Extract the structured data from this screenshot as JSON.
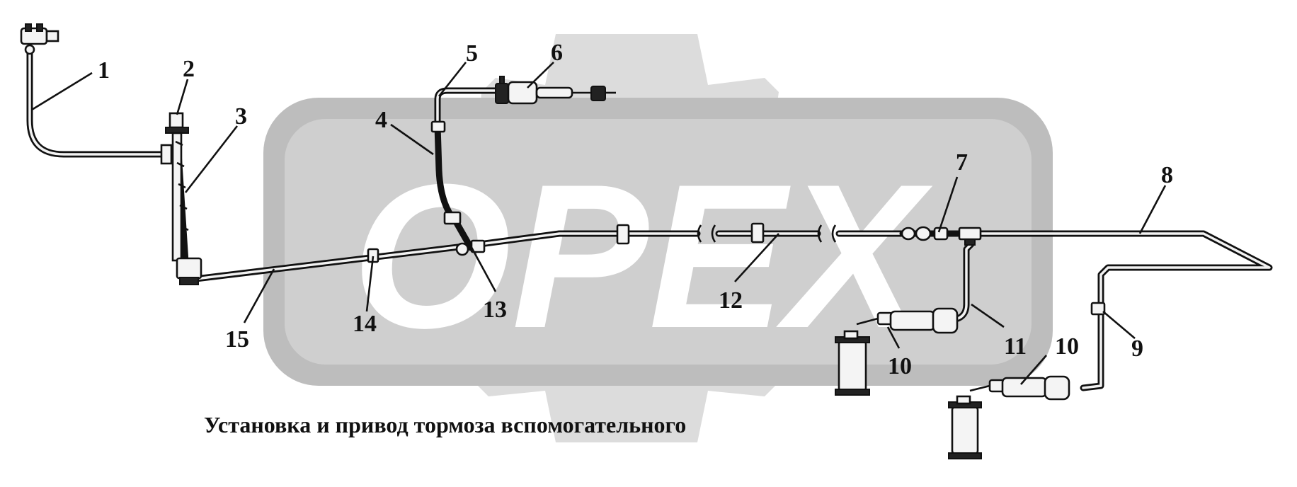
{
  "caption": "Установка и привод тормоза вспомогательного",
  "watermark": {
    "text": "OPEX",
    "colors": {
      "gear": "#dcdcdc",
      "plate": "#bdbdbd",
      "letters": "#ffffff"
    }
  },
  "callouts": [
    "1",
    "2",
    "3",
    "4",
    "5",
    "6",
    "7",
    "8",
    "9",
    "10",
    "10",
    "11",
    "12",
    "13",
    "14",
    "15"
  ]
}
